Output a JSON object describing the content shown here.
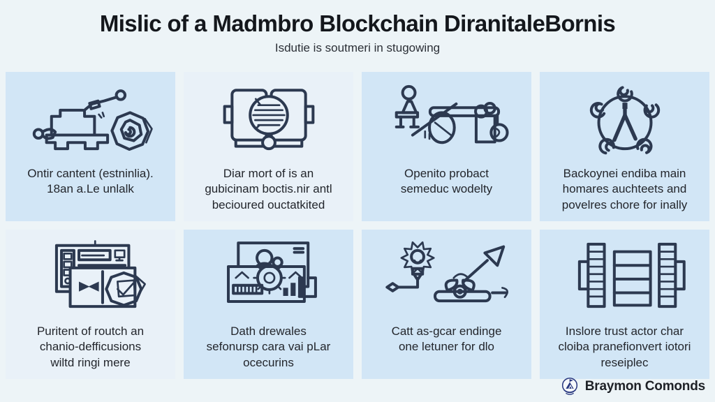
{
  "header": {
    "title": "Mislic of a Madmbro Blockchain DiranitaleBornis",
    "subtitle": "Isdutie is soutmeri in stugowing"
  },
  "cards": [
    {
      "icon": "robotic-arm-machine-icon",
      "caption": [
        "Ontir cantent (estninlia).",
        "18an a.Le unlalk"
      ]
    },
    {
      "icon": "open-book-magnifier-icon",
      "caption": [
        "Diar mort of is an",
        "gubicinam boctis.nir antl",
        "becioured ouctatkited"
      ]
    },
    {
      "icon": "person-ramp-pulley-icon",
      "caption": [
        "Openito probact",
        "semeduc wodelty"
      ]
    },
    {
      "icon": "network-nodes-compass-icon",
      "caption": [
        "Backoynei endiba main",
        "homares auchteets and",
        "povelres chore for inally"
      ]
    },
    {
      "icon": "layered-panels-checklist-icon",
      "caption": [
        "Puritent of routch an",
        "chanio-defficusions",
        "wiltd ringi mere"
      ]
    },
    {
      "icon": "dashboard-gear-chart-icon",
      "caption": [
        "Dath drewales",
        "sefonursp cara vai pLar",
        "ocecurins"
      ]
    },
    {
      "icon": "lightbulb-growth-arrow-icon",
      "caption": [
        "Catt as-gcar endinge",
        "one letuner for dlo"
      ]
    },
    {
      "icon": "block-columns-icon",
      "caption": [
        "Inslore trust actor char",
        "cloiba pranefionvert iotori",
        "reseiplec"
      ]
    }
  ],
  "footer": {
    "brand": "Braymon Comonds",
    "logo": "braymon-emblem-icon"
  },
  "colors": {
    "background": "#edf4f7",
    "card_blue": "#d2e6f6",
    "card_pale": "#e9f1f8",
    "icon_stroke": "#2c3950",
    "title": "#14171c",
    "caption": "#23262c",
    "brand_navy": "#27367e"
  }
}
